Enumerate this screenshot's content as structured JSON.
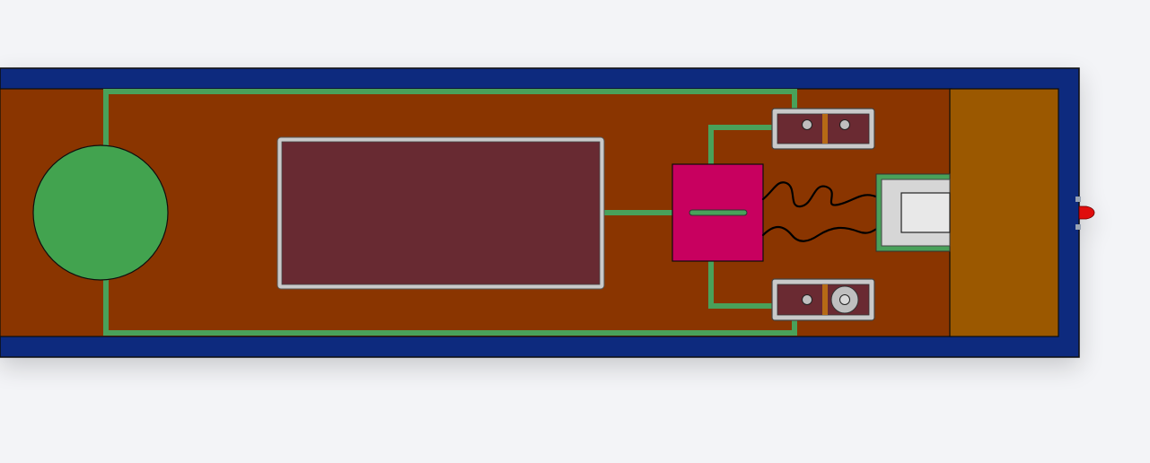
{
  "colors": {
    "background": "#f3f4f7",
    "frame": "#0f2a7e",
    "board": "#8a3500",
    "trace": "#48a15a",
    "battery": "#43a34f",
    "chip": "#682a30",
    "chip_border": "#c9c9c9",
    "controller": "#c8005e",
    "controller_slot": "#48a15a",
    "servo": "#6b2a30",
    "servo_strip": "#b56b18",
    "servo_screw": "#bfbfbf",
    "connector_outer": "#d6d6d6",
    "connector_inner": "#e8e8e8",
    "connector_trace": "#48a15a",
    "end_block": "#9b5800",
    "tip": "#e01010",
    "wire": "#000000",
    "outline": "#111111"
  },
  "icons": {
    "battery": "green-circle-component",
    "chip": "rectangular-module",
    "controller": "magenta-controller-block",
    "servo_top": "servo-motor-top",
    "servo_bottom": "servo-motor-bottom",
    "connector": "usb-connector",
    "end_block": "brass-end-block",
    "tip": "red-led-tip"
  }
}
